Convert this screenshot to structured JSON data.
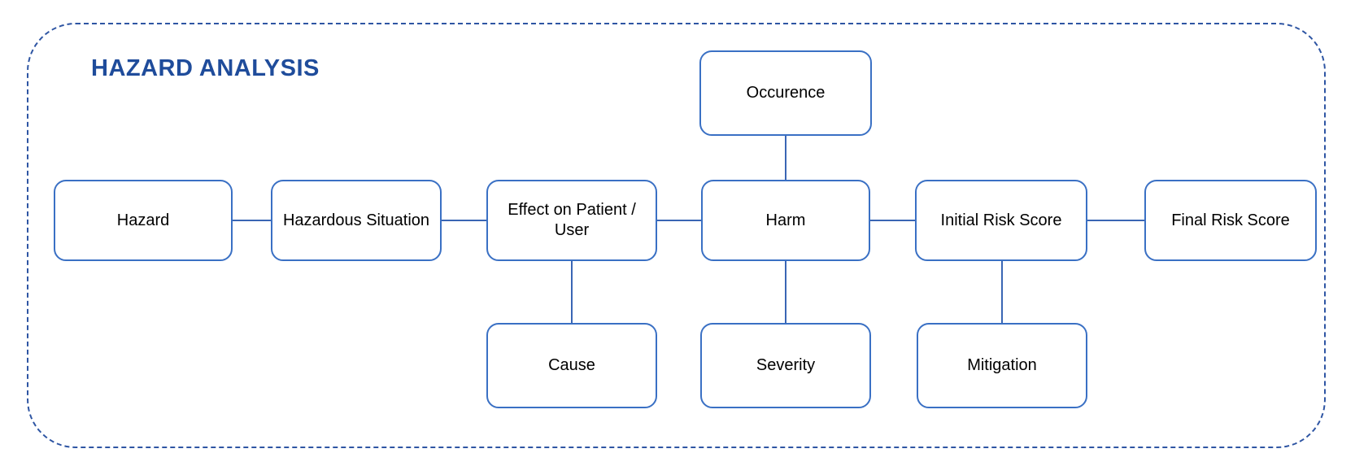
{
  "title": "HAZARD ANALYSIS",
  "colors": {
    "title_text": "#1f4c9b",
    "frame_dashed_border": "#2e55a3",
    "node_border": "#3a70c4",
    "connector": "#3a66b4",
    "node_fill": "#ffffff",
    "node_text": "#000000",
    "background": "#ffffff"
  },
  "diagram": {
    "type": "flowchart",
    "nodes": [
      {
        "id": "occurence",
        "label": "Occurence",
        "row": "top"
      },
      {
        "id": "hazard",
        "label": "Hazard",
        "row": "middle"
      },
      {
        "id": "hazardous-situation",
        "label": "Hazardous Situation",
        "row": "middle"
      },
      {
        "id": "effect-on-patient-user",
        "label": "Effect on Patient / User",
        "row": "middle"
      },
      {
        "id": "harm",
        "label": "Harm",
        "row": "middle"
      },
      {
        "id": "initial-risk-score",
        "label": "Initial Risk Score",
        "row": "middle"
      },
      {
        "id": "final-risk-score",
        "label": "Final Risk Score",
        "row": "middle"
      },
      {
        "id": "cause",
        "label": "Cause",
        "row": "bottom"
      },
      {
        "id": "severity",
        "label": "Severity",
        "row": "bottom"
      },
      {
        "id": "mitigation",
        "label": "Mitigation",
        "row": "bottom"
      }
    ],
    "edges": [
      {
        "from": "hazard",
        "to": "hazardous-situation"
      },
      {
        "from": "hazardous-situation",
        "to": "effect-on-patient-user"
      },
      {
        "from": "effect-on-patient-user",
        "to": "harm"
      },
      {
        "from": "harm",
        "to": "initial-risk-score"
      },
      {
        "from": "initial-risk-score",
        "to": "final-risk-score"
      },
      {
        "from": "occurence",
        "to": "harm"
      },
      {
        "from": "effect-on-patient-user",
        "to": "cause"
      },
      {
        "from": "harm",
        "to": "severity"
      },
      {
        "from": "initial-risk-score",
        "to": "mitigation"
      }
    ]
  }
}
